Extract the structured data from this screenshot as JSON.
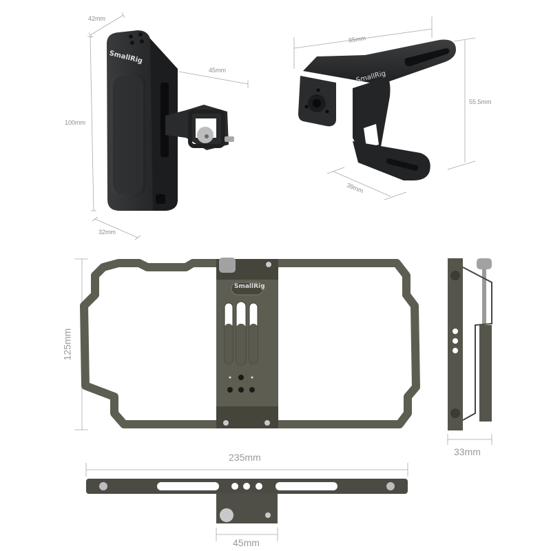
{
  "brand": "SmallRig",
  "colors": {
    "background": "#ffffff",
    "dimension_line": "#a8a8a8",
    "dimension_text": "#8d8d8d",
    "handle_black": "#2b2c2e",
    "cage_gunmetal": "#5d5d52",
    "cage_dark": "#3c3c34"
  },
  "products": [
    {
      "name": "side-handle",
      "dimensions": {
        "depth": "42mm",
        "height": "100mm",
        "arm": "45mm",
        "width": "32mm"
      }
    },
    {
      "name": "top-handle",
      "dimensions": {
        "length": "85mm",
        "height": "55.5mm",
        "width": "39mm"
      }
    },
    {
      "name": "phone-cage-front",
      "dimensions": {
        "height": "125mm"
      }
    },
    {
      "name": "phone-cage-side",
      "dimensions": {
        "depth": "33mm"
      }
    },
    {
      "name": "phone-cage-top",
      "dimensions": {
        "length": "235mm",
        "clamp_width": "45mm"
      }
    }
  ]
}
